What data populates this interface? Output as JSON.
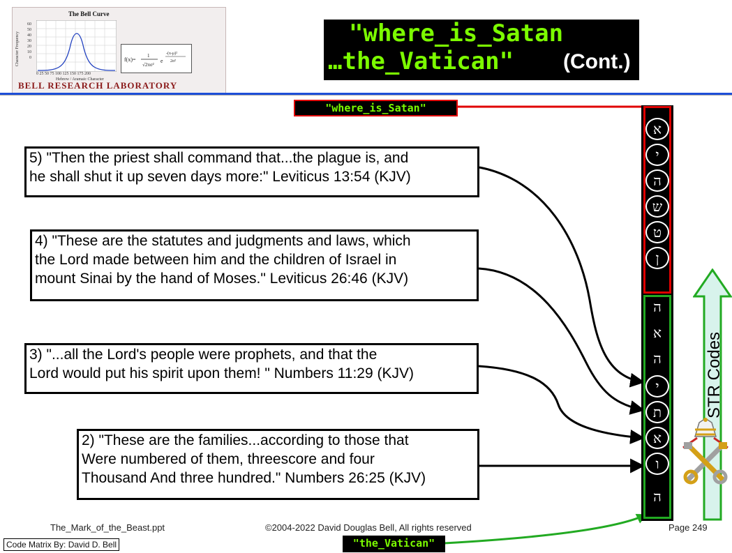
{
  "logo": {
    "chart_title": "The Bell Curve",
    "y_axis_label": "Character Frequency",
    "x_axis_label": "Hebrew / Aramaic Character",
    "x_ticks": "0   25   50   75  100  125  150  175  200",
    "y_ticks": [
      "60",
      "50",
      "40",
      "30",
      "20",
      "10",
      "0"
    ],
    "lab_name": "BELL RESEARCH LABORATORY"
  },
  "title": {
    "line1": "\"where_is_Satan",
    "line2": "…the_Vatican\"",
    "cont": "(Cont.)"
  },
  "labels": {
    "satan": "\"where_is_Satan\"",
    "vatican": "\"the_Vatican\""
  },
  "quotes": [
    {
      "id": "quote-5",
      "lines": [
        "5) \"Then the priest shall command that...the plague is, and",
        "he shall shut it up seven days more:\" Leviticus 13:54 (KJV)"
      ]
    },
    {
      "id": "quote-4",
      "lines": [
        "4) \"These are the statutes and judgments and laws, which",
        "the Lord made between him and the children of Israel in",
        "mount Sinai by the hand of Moses.\" Leviticus 26:46 (KJV)"
      ]
    },
    {
      "id": "quote-3",
      "lines": [
        "3) \"...all the Lord's people were prophets, and that the",
        "Lord would put his spirit upon them! \" Numbers 11:29 (KJV)"
      ]
    },
    {
      "id": "quote-2",
      "lines": [
        "2) \"These are the families...according to those that",
        "Were numbered of them, threescore and four",
        "Thousand And three hundred.\" Numbers 26:25 (KJV)"
      ]
    }
  ],
  "matrix": {
    "letters": [
      "א",
      "י",
      "ה",
      "ש",
      "ט",
      "ן",
      "ה",
      "א",
      "ה",
      "י",
      "ת",
      "א",
      "ו",
      "ה"
    ]
  },
  "arrow": {
    "text": "STR Codes"
  },
  "footer": {
    "file": "The_Mark_of_the_Beast.ppt",
    "copyright": "©2004-2022 David Douglas Bell, All rights reserved",
    "page": "Page 249"
  },
  "credit": "Code Matrix By: David D. Bell",
  "colors": {
    "green": "#7cfc00",
    "red": "#e00000",
    "blue": "#1e4fd8",
    "arrow_green": "#22aa22"
  }
}
